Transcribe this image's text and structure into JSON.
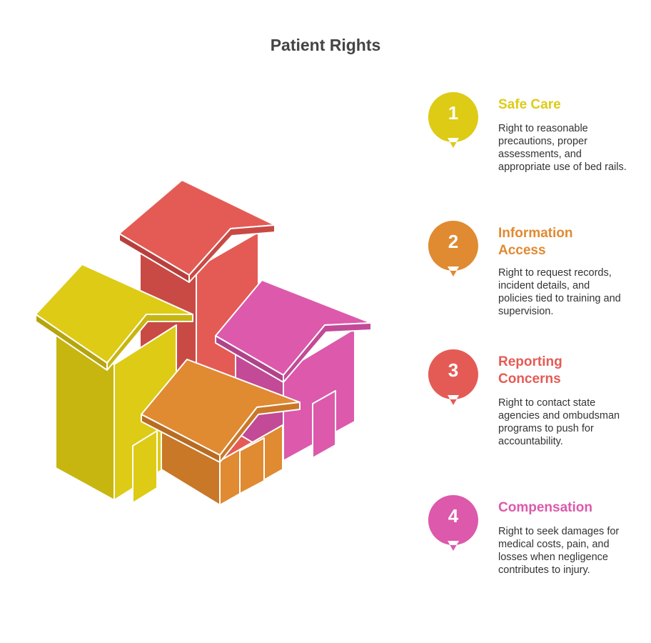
{
  "title": "Patient Rights",
  "items": [
    {
      "number": "1",
      "title": "Safe Care",
      "description": "Right to reasonable precautions, proper assessments, and appropriate use of bed rails.",
      "color": "#DDCB15"
    },
    {
      "number": "2",
      "title": "Information Access",
      "description": "Right to request records, incident details, and policies tied to training and supervision.",
      "color": "#E08A32"
    },
    {
      "number": "3",
      "title": "Reporting Concerns",
      "description": "Right to contact state agencies and ombudsman programs to push for accountability.",
      "color": "#E45B55"
    },
    {
      "number": "4",
      "title": "Compensation",
      "description": "Right to seek damages for medical costs, pain, and losses when negligence contributes to injury.",
      "color": "#DC59AC"
    }
  ],
  "illustration": {
    "icon": "houses-icon",
    "colors": [
      "#E45B55",
      "#DC59AC",
      "#DDCB15",
      "#E08A32"
    ]
  }
}
